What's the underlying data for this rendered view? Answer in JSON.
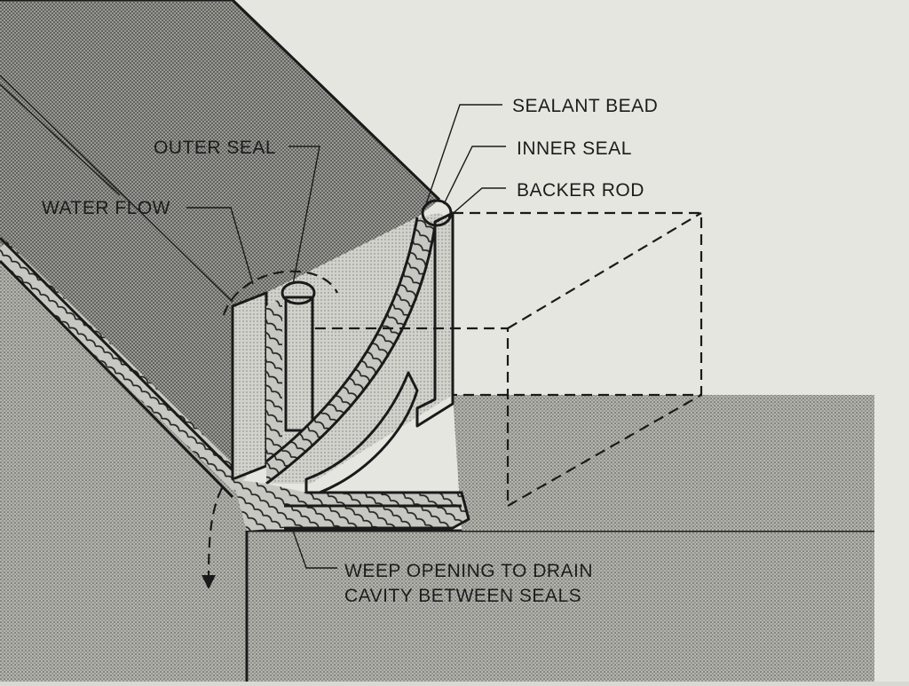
{
  "diagram": {
    "title": "Sealed corner joint with weep opening",
    "labels": {
      "sealant_bead": "SEALANT BEAD",
      "inner_seal": "INNER SEAL",
      "backer_rod": "BACKER ROD",
      "outer_seal": "OUTER SEAL",
      "water_flow": "WATER FLOW",
      "weep_line1": "WEEP OPENING TO DRAIN",
      "weep_line2": "CAVITY BETWEEN SEALS"
    },
    "colors": {
      "paper": "#e6e6e0",
      "halftone_dark": "#8f8f8a",
      "halftone_light": "#b9b9b3",
      "ink": "#1a1a1a"
    }
  }
}
